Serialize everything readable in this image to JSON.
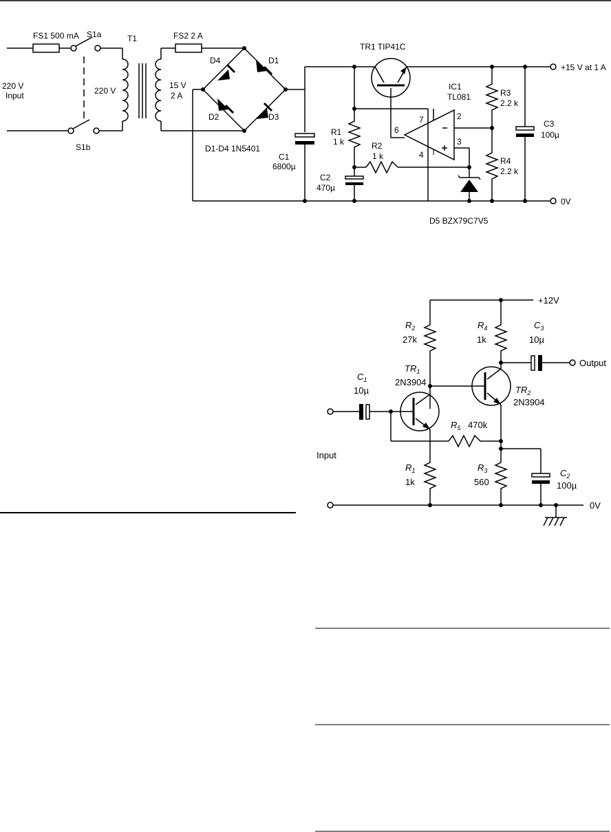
{
  "power_supply": {
    "fs1": "FS1 500 mA",
    "s1a": "S1a",
    "s1b": "S1b",
    "t1": "T1",
    "fs2": "FS2 2 A",
    "input_voltage": "220 V",
    "input_label": "Input",
    "primary_voltage": "220 V",
    "secondary_voltage": "15 V",
    "secondary_current": "2 A",
    "d1": "D1",
    "d2": "D2",
    "d3": "D3",
    "d4": "D4",
    "bridge_part": "D1-D4 1N5401",
    "c1_name": "C1",
    "c1_value": "6800µ",
    "tr1": "TR1 TIP41C",
    "ic1_name": "IC1",
    "ic1_part": "TL081",
    "r1_name": "R1",
    "r1_value": "1 k",
    "r2_name": "R2",
    "r2_value": "1 k",
    "c2_name": "C2",
    "c2_value": "470µ",
    "pin6": "6",
    "pin7": "7",
    "pin2": "2",
    "pin3": "3",
    "pin4": "4",
    "minus_sign": "–",
    "plus_sign": "+",
    "r3_name": "R3",
    "r3_value": "2.2 k",
    "r4_name": "R4",
    "r4_value": "2.2 k",
    "c3_name": "C3",
    "c3_value": "100µ",
    "out_plus": "+15 V at 1 A",
    "out_zero": "0V",
    "d5": "D5 BZX79C7V5"
  },
  "amplifier": {
    "vcc": "+12V",
    "r2_sym": "R",
    "r2_sub": "2",
    "r2_value": "27k",
    "r4_sym": "R",
    "r4_sub": "4",
    "r4_value": "1k",
    "c3_sym": "C",
    "c3_sub": "3",
    "c3_value": "10µ",
    "output": "Output",
    "tr1_sym": "TR",
    "tr1_sub": "1",
    "tr1_part": "2N3904",
    "tr2_sym": "TR",
    "tr2_sub": "2",
    "tr2_part": "2N3904",
    "c1_sym": "C",
    "c1_sub": "1",
    "c1_value": "10µ",
    "r5_sym": "R",
    "r5_sub": "5",
    "r5_value": "470k",
    "input": "Input",
    "r1_sym": "R",
    "r1_sub": "1",
    "r1_value": "1k",
    "r3_sym": "R",
    "r3_sub": "3",
    "r3_value": "560",
    "c2_sym": "C",
    "c2_sub": "2",
    "c2_value": "100µ",
    "ground": "0V"
  }
}
